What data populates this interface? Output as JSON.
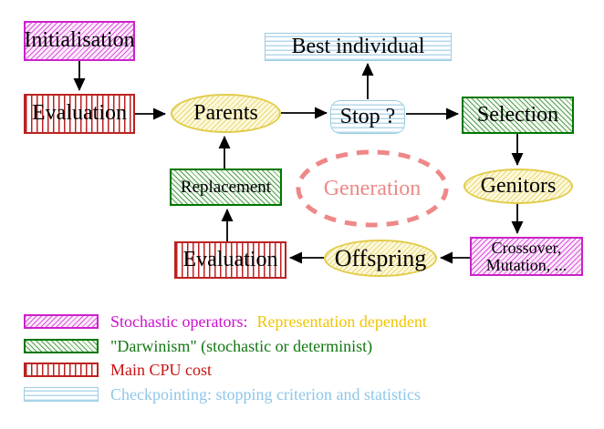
{
  "nodes": {
    "initialisation": "Initialisation",
    "evaluation_top": "Evaluation",
    "parents": "Parents",
    "best_individual": "Best individual",
    "stop": "Stop ?",
    "selection": "Selection",
    "genitors": "Genitors",
    "crossover_line1": "Crossover,",
    "crossover_line2": "Mutation, ...",
    "offspring": "Offspring",
    "evaluation_bottom": "Evaluation",
    "replacement": "Replacement",
    "generation": "Generation"
  },
  "legend": {
    "rows": [
      {
        "label": "Stochastic operators:",
        "label2": "Representation dependent"
      },
      {
        "label": "\"Darwinism\" (stochastic or determinist)"
      },
      {
        "label": "Main CPU cost"
      },
      {
        "label": "Checkpointing: stopping criterion and statistics"
      }
    ]
  },
  "colors": {
    "magenta": "#cc22cc",
    "green": "#007700",
    "red": "#bb2222",
    "cyan_border": "#9cccdf",
    "cyan_text": "#8ec6e8",
    "yellow_border": "#e2cc4a",
    "gold_text": "#f2c400",
    "salmon": "#ee8888",
    "arrow": "#000000"
  }
}
